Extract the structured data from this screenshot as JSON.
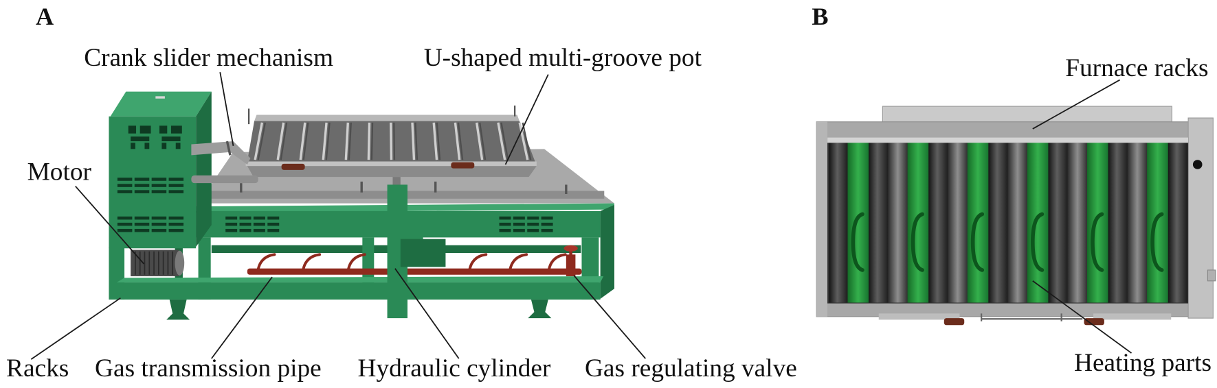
{
  "colors": {
    "machine_green": "#2a8a56",
    "heating_green": "#34b04c",
    "pot_gray": "#8a8a8a",
    "gas_pipe_red": "#8f2a1e",
    "handle_brown": "#6b2c1c",
    "furnace_gray": "#a8a8a8"
  },
  "panel_a": {
    "label": "A",
    "callouts": {
      "crank_slider_mechanism": "Crank slider mechanism",
      "pot": "U-shaped multi-groove pot",
      "motor": "Motor",
      "racks": "Racks",
      "gas_transmission_pipe": "Gas transmission pipe",
      "hydraulic_cylinder": "Hydraulic cylinder",
      "gas_regulating_valve": "Gas regulating valve"
    }
  },
  "panel_b": {
    "label": "B",
    "callouts": {
      "furnace_racks": "Furnace racks",
      "heating_parts": "Heating parts"
    }
  }
}
